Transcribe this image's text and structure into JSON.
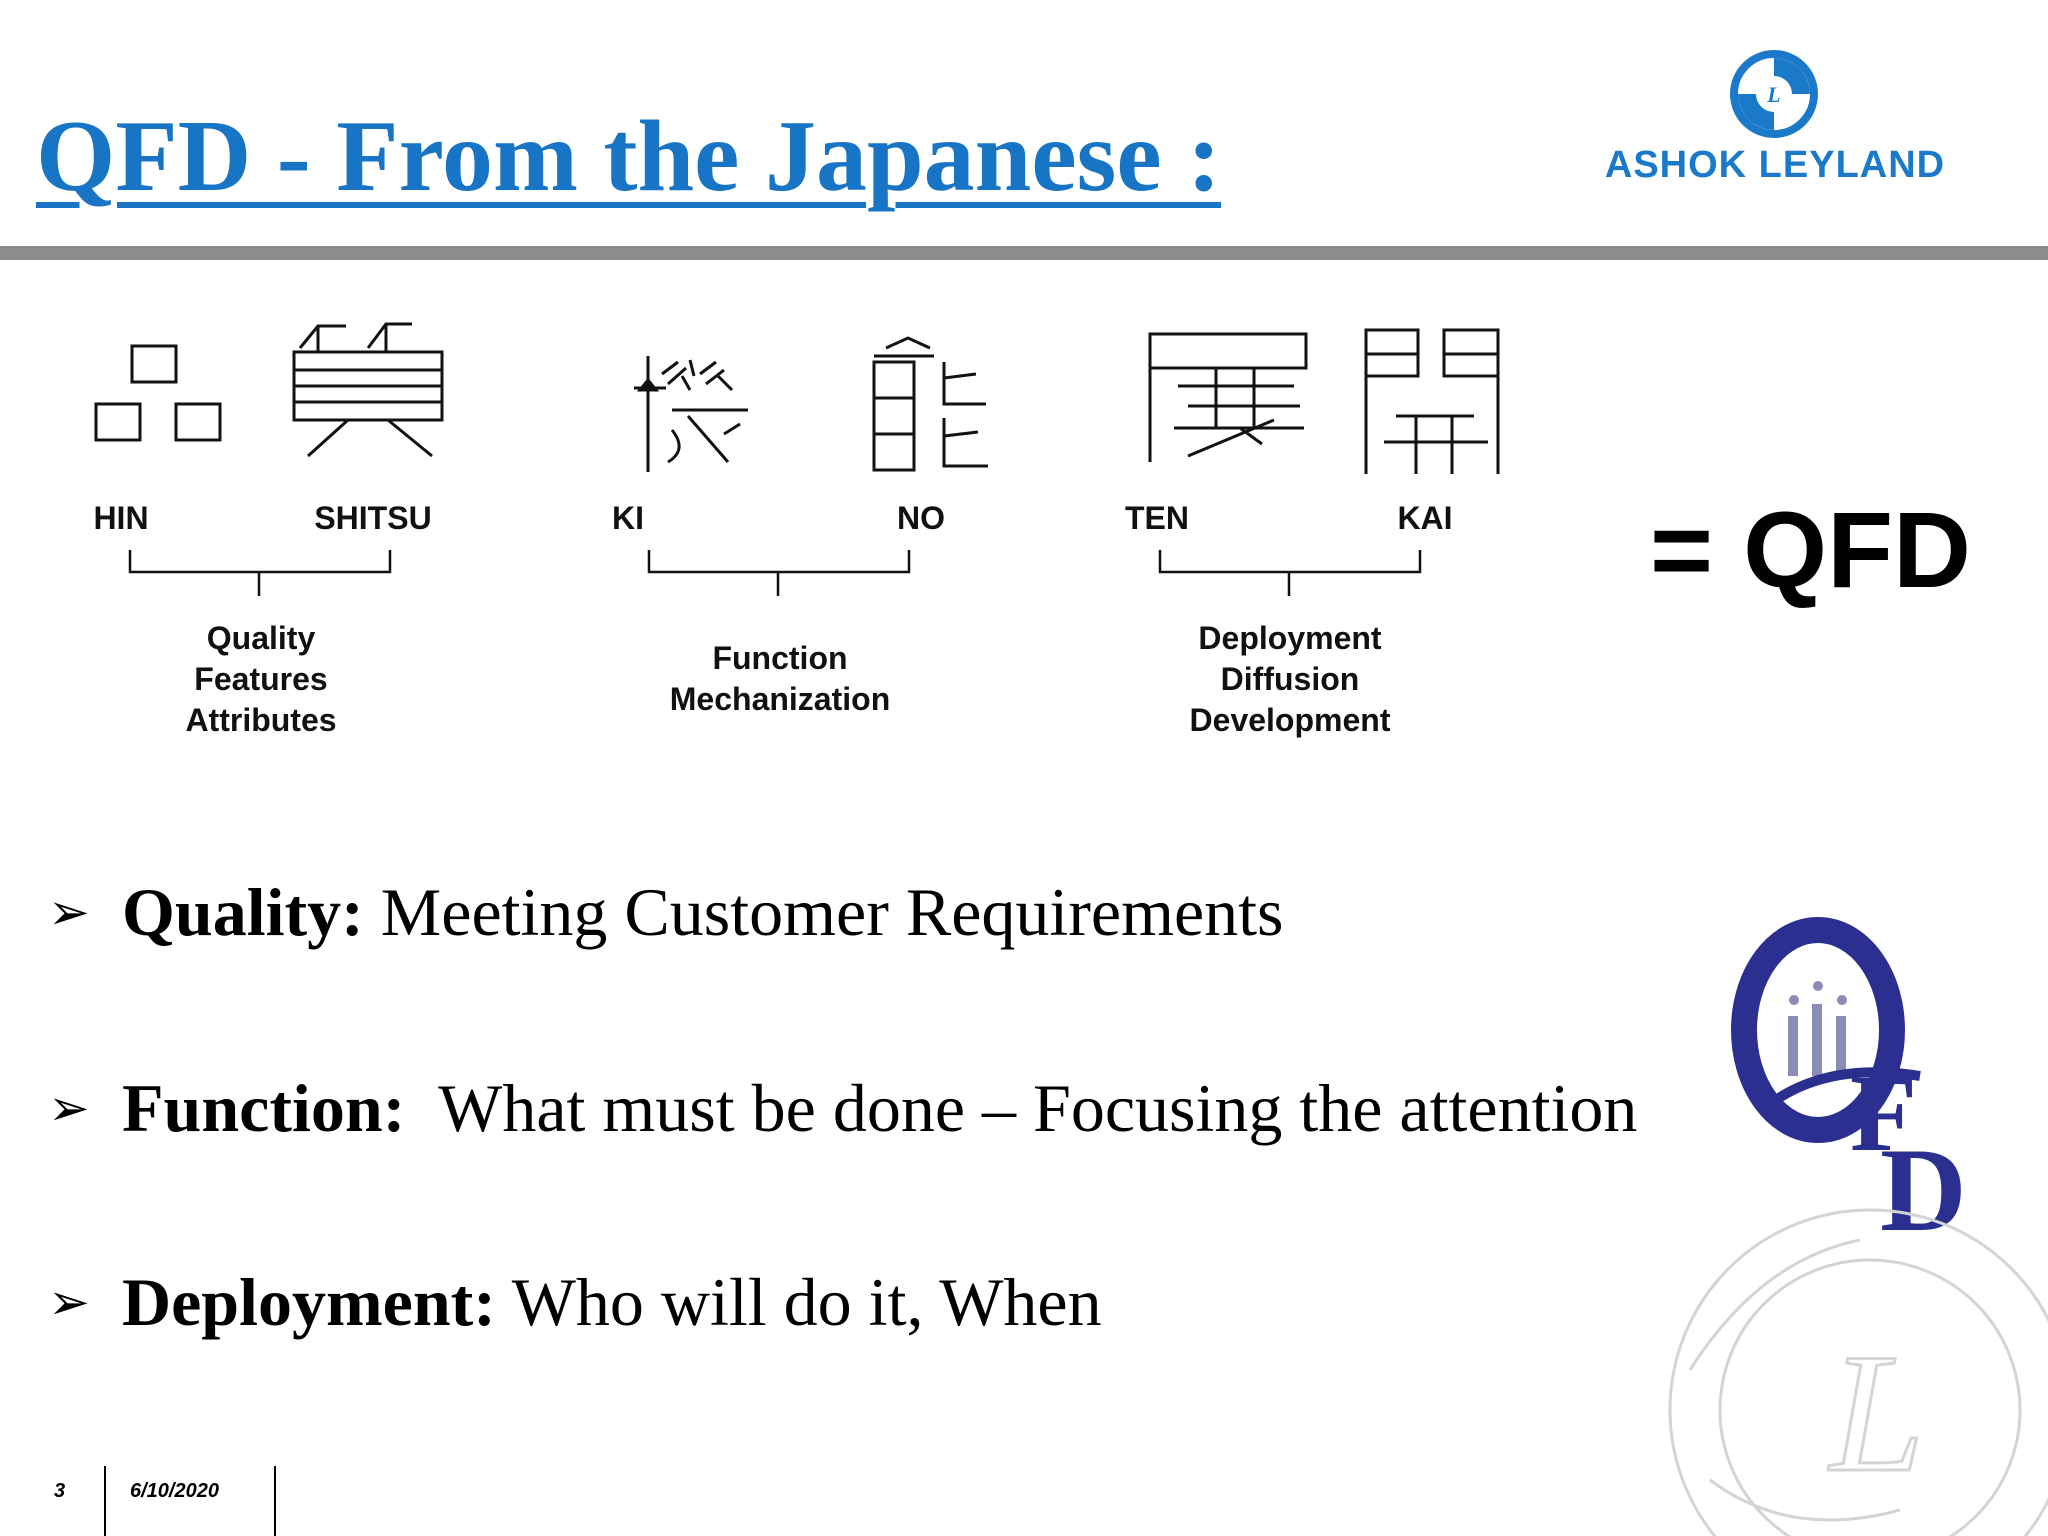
{
  "title": "QFD - From the Japanese :",
  "brand": {
    "name": "ASHOK LEYLAND",
    "emblem_letter": "L",
    "color": "#1a7ac9"
  },
  "title_color": "#1874c4",
  "terms": [
    {
      "left": "HIN",
      "right": "SHITSU",
      "meaning": [
        "Quality",
        "Features",
        "Attributes"
      ]
    },
    {
      "left": "KI",
      "right": "NO",
      "meaning": [
        "Function",
        "Mechanization"
      ]
    },
    {
      "left": "TEN",
      "right": "KAI",
      "meaning": [
        "Deployment",
        "Diffusion",
        "Development"
      ]
    }
  ],
  "equals_text": "= QFD",
  "bullets": [
    {
      "marker": "➢",
      "term": "Quality:",
      "text": " Meeting Customer Requirements"
    },
    {
      "marker": "➢",
      "term": "Function:",
      "text": "  What must be done – Focusing the attention"
    },
    {
      "marker": "➢",
      "term": "Deployment:",
      "text": " Who will do it, When"
    }
  ],
  "qfd_logo": {
    "letters": [
      "Q",
      "F",
      "D"
    ],
    "color": "#2b2f8f"
  },
  "footer": {
    "slide_number": "3",
    "date": "6/10/2020"
  }
}
